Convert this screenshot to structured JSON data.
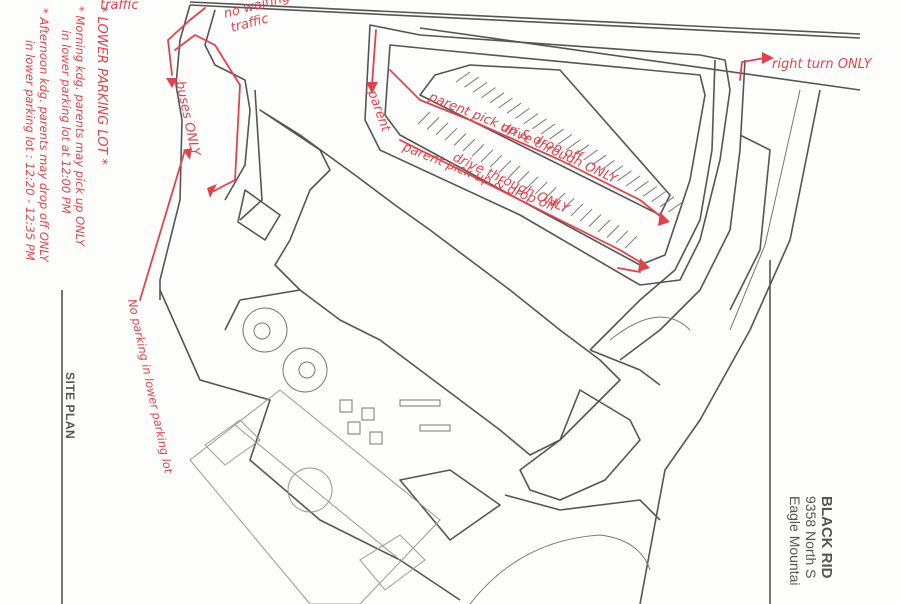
{
  "map": {
    "notes": {
      "heading": "* LOWER PARKING LOT *",
      "morning_1": "* Morning kdg. parents may pick up ONLY",
      "morning_2": "in lower parking lot at 12:00 PM",
      "afternoon_1": "* Afternoon kdg. parents may drop off ONLY",
      "afternoon_2": "in lower parking lot : 12:20 - 12:35 PM"
    },
    "sheet_label": "SITE PLAN",
    "labels": {
      "traffic_top": "traffic",
      "no_waiting": "no waiting",
      "no_waiting_traffic": "traffic",
      "buses_only": "buses ONLY",
      "no_parking": "No parking in lower parking lot",
      "parent_1": "parent",
      "parent_pickup": "parent pick up & drop off",
      "drive_through_1": "drive through ONLY",
      "parent_pickup_2": "parent pick up & drop off",
      "drive_through_2": "drive through ONLY",
      "right_turn": "right turn ONLY"
    },
    "title_block": {
      "line1": "BLACK RID",
      "line2": "9358 North S",
      "line3": "Eagle Mountai"
    },
    "colors": {
      "annotation_ink": "#e1434e",
      "plan_lines": "#555555"
    }
  }
}
